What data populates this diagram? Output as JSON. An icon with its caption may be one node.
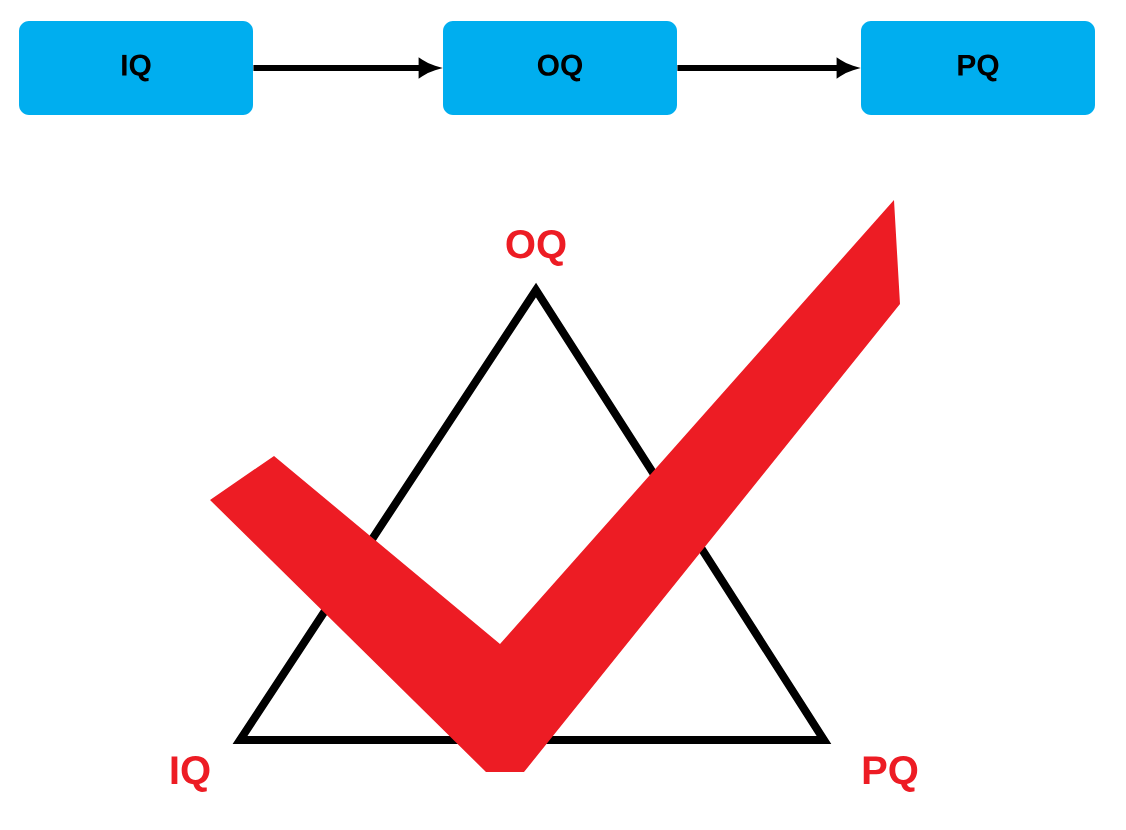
{
  "diagram": {
    "nodes": [
      {
        "text": [
          "IQ"
        ]
      },
      {
        "text": [
          "OQ"
        ]
      },
      {
        "text": [
          "PQ"
        ]
      }
    ],
    "edges": [
      {
        "from": 0,
        "to": 1,
        "arrow": "to"
      },
      {
        "from": 1,
        "to": 2,
        "arrow": "to"
      }
    ],
    "labels": [
      "OQ",
      "IQ",
      "PQ"
    ]
  }
}
